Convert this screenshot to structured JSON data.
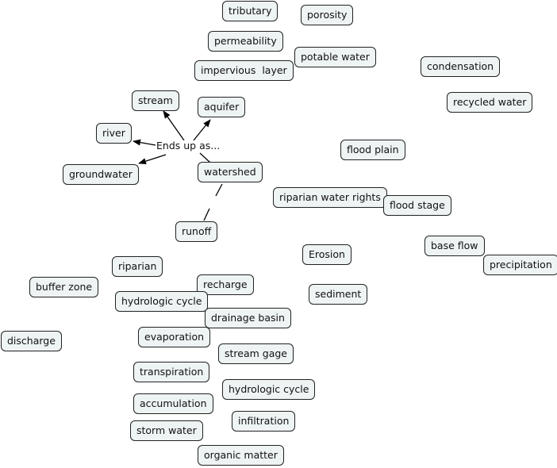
{
  "concepts": {
    "tributary": "tributary",
    "porosity": "porosity",
    "permeability": "permeability",
    "potable_water": "potable water",
    "impervious_layer": "impervious  layer",
    "condensation": "condensation",
    "stream": "stream",
    "aquifer": "aquifer",
    "recycled_water": "recycled water",
    "river": "river",
    "flood_plain": "flood plain",
    "groundwater": "groundwater",
    "watershed": "watershed",
    "riparian_water_rights": "riparian water rights",
    "flood_stage": "flood stage",
    "runoff": "runoff",
    "base_flow": "base flow",
    "erosion": "Erosion",
    "precipitation": "precipitation",
    "riparian": "riparian",
    "buffer_zone": "buffer zone",
    "recharge": "recharge",
    "sediment": "sediment",
    "hydrologic_cycle_1": "hydrologic cycle",
    "drainage_basin": "drainage basin",
    "discharge": "discharge",
    "evaporation": "evaporation",
    "stream_gage": "stream gage",
    "transpiration": "transpiration",
    "hydrologic_cycle_2": "hydrologic cycle",
    "accumulation": "accumulation",
    "infiltration": "infiltration",
    "storm_water": "storm water",
    "organic_matter": "organic matter"
  },
  "link_label": "Ends up as...",
  "connections": [
    {
      "from": "watershed",
      "via": "link_label",
      "to": [
        "stream",
        "aquifer",
        "river",
        "groundwater"
      ]
    },
    {
      "from": "runoff",
      "to": "watershed",
      "style": "dashed"
    }
  ],
  "colors": {
    "node_fill": "#eef3f4",
    "node_border": "#222222",
    "line": "#000000"
  }
}
